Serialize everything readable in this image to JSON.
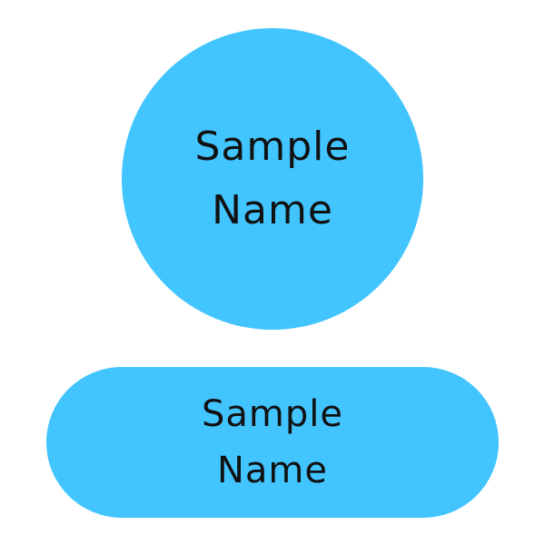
{
  "colors": {
    "label_fill": "#42C4FF",
    "text": "#111111",
    "background": "#FFFFFF"
  },
  "circle_label": {
    "line1": "Sample",
    "line2": "Name"
  },
  "pill_label": {
    "line1": "Sample",
    "line2": "Name"
  }
}
